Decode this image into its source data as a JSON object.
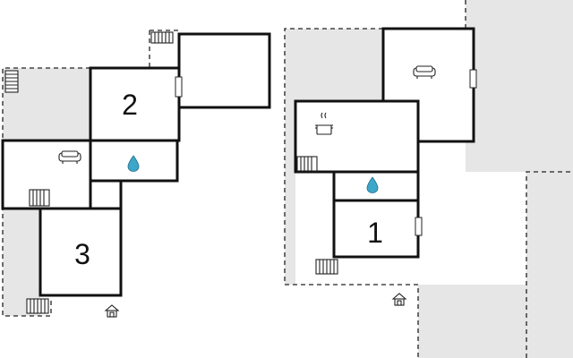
{
  "rooms": [
    {
      "id": "room-2",
      "label": "2"
    },
    {
      "id": "room-3",
      "label": "3"
    },
    {
      "id": "room-1",
      "label": "1"
    }
  ],
  "icons": {
    "sofa": "sofa-icon",
    "kitchen": "cooking-pot-icon",
    "bathroom": "water-drop-icon",
    "stairs": "stairs-icon",
    "entrance": "entrance-house-icon"
  },
  "colors": {
    "terrace": "#e6e6e6",
    "walls": "#111111",
    "water": "#3ea6c9"
  }
}
